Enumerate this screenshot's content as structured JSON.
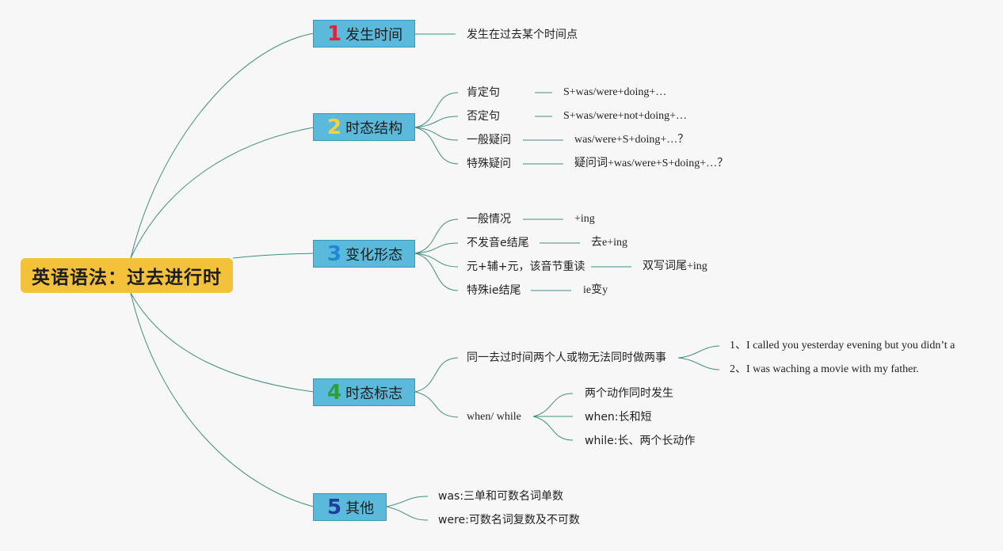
{
  "root": {
    "title": "英语语法：过去进行时"
  },
  "branches": [
    {
      "num": "1",
      "num_color": "#d8263a",
      "label": "发生时间",
      "items": [
        {
          "text": "发生在过去某个时间点"
        }
      ]
    },
    {
      "num": "2",
      "num_color": "#f2d33b",
      "label": "时态结构",
      "items": [
        {
          "text": "肯定句",
          "detail": "S+was/were+doing+…"
        },
        {
          "text": "否定句",
          "detail": "S+was/were+not+doing+…"
        },
        {
          "text": "一般疑问",
          "detail": "was/were+S+doing+…？"
        },
        {
          "text": "特殊疑问",
          "detail": "疑问词+was/were+S+doing+…？"
        }
      ]
    },
    {
      "num": "3",
      "num_color": "#1e88d6",
      "label": "变化形态",
      "items": [
        {
          "text": "一般情况",
          "detail": "+ing"
        },
        {
          "text": "不发音e结尾",
          "detail": "去e+ing"
        },
        {
          "text": "元+辅+元，该音节重读",
          "detail": "双写词尾+ing"
        },
        {
          "text": "特殊ie结尾",
          "detail": "ie变y"
        }
      ]
    },
    {
      "num": "4",
      "num_color": "#2f9e3a",
      "label": "时态标志",
      "items": [
        {
          "text": "同一去过时间两个人或物无法同时做两事",
          "children": [
            "1、I called you yesterday evening but you didn’t a",
            "2、I was waching a movie with my father."
          ]
        },
        {
          "text": "when/ while",
          "children": [
            "两个动作同时发生",
            "when:长和短",
            "while:长、两个长动作"
          ]
        }
      ]
    },
    {
      "num": "5",
      "num_color": "#1c3f9a",
      "label": "其他",
      "items": [
        {
          "text": "was:三单和可数名词单数"
        },
        {
          "text": "were:可数名词复数及不可数"
        }
      ]
    }
  ]
}
